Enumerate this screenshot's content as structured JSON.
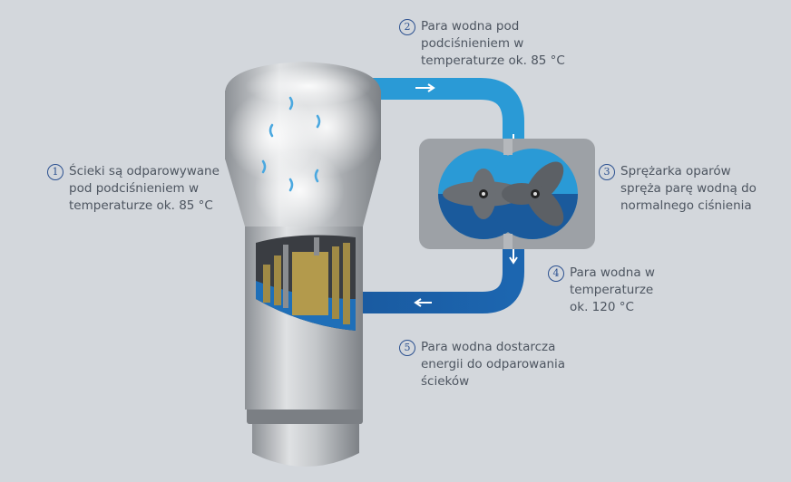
{
  "labels": [
    {
      "num": "1",
      "lines": [
        "Ścieki są odparowywane",
        "pod podciśnieniem w",
        "temperaturze ok. 85 °C"
      ]
    },
    {
      "num": "2",
      "lines": [
        "Para wodna pod",
        "podciśnieniem w",
        "temperaturze ok. 85 °C"
      ]
    },
    {
      "num": "3",
      "lines": [
        "Sprężarka oparów",
        "spręża parę wodną do",
        "normalnego ciśnienia"
      ]
    },
    {
      "num": "4",
      "lines": [
        "Para wodna w",
        "temperaturze",
        "ok. 120 °C"
      ]
    },
    {
      "num": "5",
      "lines": [
        "Para wodna dostarcza",
        "energii do odparowania",
        "ścieków"
      ]
    }
  ],
  "colors": {
    "background": "#d3d7dc",
    "vapor_pipe": "#2a9ad6",
    "hot_pipe": "#1d5fa6",
    "text": "#4d5560",
    "number": "#2c5190"
  }
}
